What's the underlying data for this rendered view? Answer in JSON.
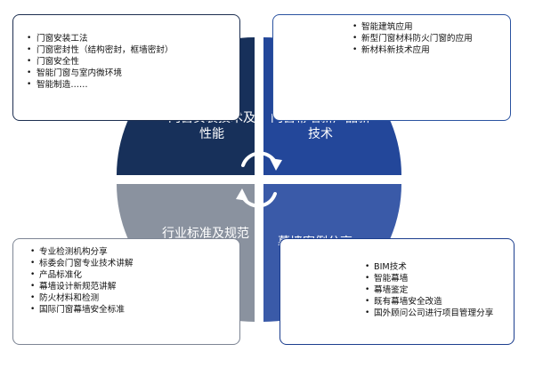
{
  "quadrants": {
    "top_left": {
      "label": "门窗安装技术及性能",
      "color": "#17305a",
      "items": [
        "门窗安装工法",
        "门窗密封性（结构密封，框墙密封）",
        "门窗安全性",
        "智能门窗与室内微环境",
        "智能制造……"
      ]
    },
    "top_right": {
      "label": "门窗幕墙新产品新技术",
      "color": "#23479a",
      "items": [
        "智能建筑应用",
        "新型门窗材料防火门窗的应用",
        "新材料新技术应用"
      ]
    },
    "bottom_left": {
      "label": "行业标准及规范",
      "color": "#8a929f",
      "items": [
        "专业检测机构分享",
        "标委会门窗专业技术讲解",
        "产品标准化",
        "幕墙设计新规范讲解",
        "防火材料和检测",
        "国际门窗幕墙安全标准"
      ]
    },
    "bottom_right": {
      "label": "幕墙案例分享",
      "color": "#3a5aa8",
      "items": [
        "BIM技术",
        "智能幕墙",
        "幕墙鉴定",
        "既有幕墙安全改造",
        "国外顾问公司进行项目管理分享"
      ]
    }
  }
}
